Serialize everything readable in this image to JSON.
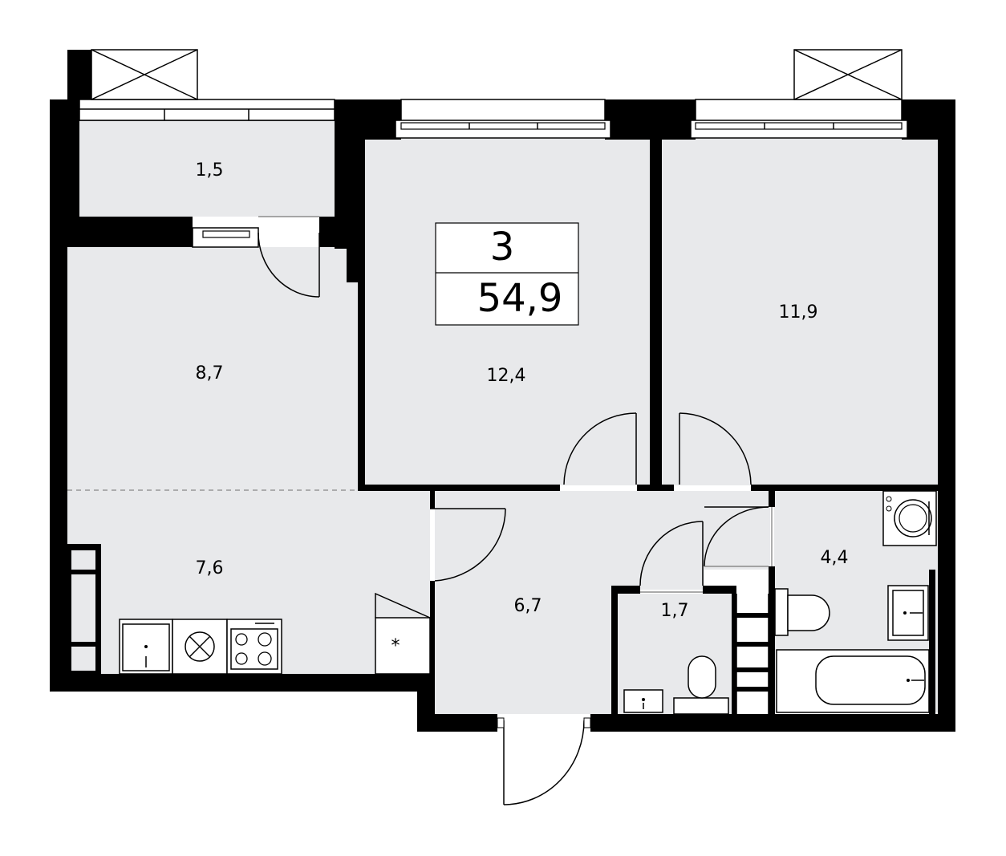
{
  "summary": {
    "room_count": "3",
    "total_area": "54,9"
  },
  "rooms": {
    "balcony": "1,5",
    "living_zone": "8,7",
    "bedroom_center": "12,4",
    "bedroom_right": "11,9",
    "kitchen": "7,6",
    "hallway": "6,7",
    "toilet": "1,7",
    "bathroom": "4,4"
  },
  "colors": {
    "wall": "#000000",
    "floor": "#e8e9eb",
    "background": "#ffffff"
  }
}
